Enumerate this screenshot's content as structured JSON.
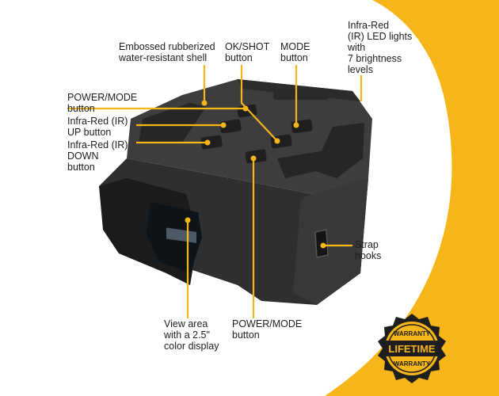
{
  "colors": {
    "accent": "#f6b619",
    "device_body": "#3a3a3a",
    "device_dark": "#1a1a1a",
    "button": "#2b2b2b"
  },
  "labels": {
    "shell": [
      "Embossed rubberized",
      "water-resistant shell"
    ],
    "okshot": [
      "OK/SHOT",
      "button"
    ],
    "mode": [
      "MODE",
      "button"
    ],
    "ir_leds": [
      "Infra-Red",
      "(IR) LED lights",
      "with",
      "7 brightness",
      "levels"
    ],
    "power_mode_top": [
      "POWER/MODE",
      "button"
    ],
    "ir_up": [
      "Infra-Red (IR)",
      "UP button"
    ],
    "ir_down": [
      "Infra-Red (IR)",
      "DOWN",
      "button"
    ],
    "strap": [
      "Strap",
      "hooks"
    ],
    "view_area": [
      "View area",
      "with a 2.5\"",
      "color display"
    ],
    "power_mode_bottom": [
      "POWER/MODE",
      "button"
    ]
  },
  "badge": {
    "top": "WARRANTY",
    "main": "LIFETIME",
    "bottom": "WARRANTY",
    "icon": "warranty-seal-icon"
  }
}
